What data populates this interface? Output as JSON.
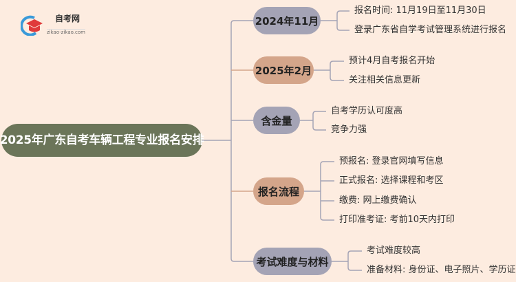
{
  "logo": {
    "name": "自考网",
    "url_text": "zikao-zikao.com"
  },
  "root": "2025年广东自考车辆工程专业报名安排",
  "branches": [
    {
      "label": "2024年11月",
      "color": "#a4a3b5",
      "items": [
        "报名时间: 11月19日至11月30日",
        "登录广东省自学考试管理系统进行报名"
      ]
    },
    {
      "label": "2025年2月",
      "color": "#d4a58a",
      "items": [
        "预计4月自考报名开始",
        "关注相关信息更新"
      ]
    },
    {
      "label": "含金量",
      "color": "#a4a3b5",
      "items": [
        "自考学历认可度高",
        "竞争力强"
      ]
    },
    {
      "label": "报名流程",
      "color": "#d4a58a",
      "items": [
        "预报名: 登录官网填写信息",
        "正式报名: 选择课程和考区",
        "缴费: 网上缴费确认",
        "打印准考证: 考前10天内打印"
      ]
    },
    {
      "label": "考试难度与材料",
      "color": "#a4a3b5",
      "items": [
        "考试难度较高",
        "准备材料: 身份证、电子照片、学历证明"
      ]
    }
  ]
}
